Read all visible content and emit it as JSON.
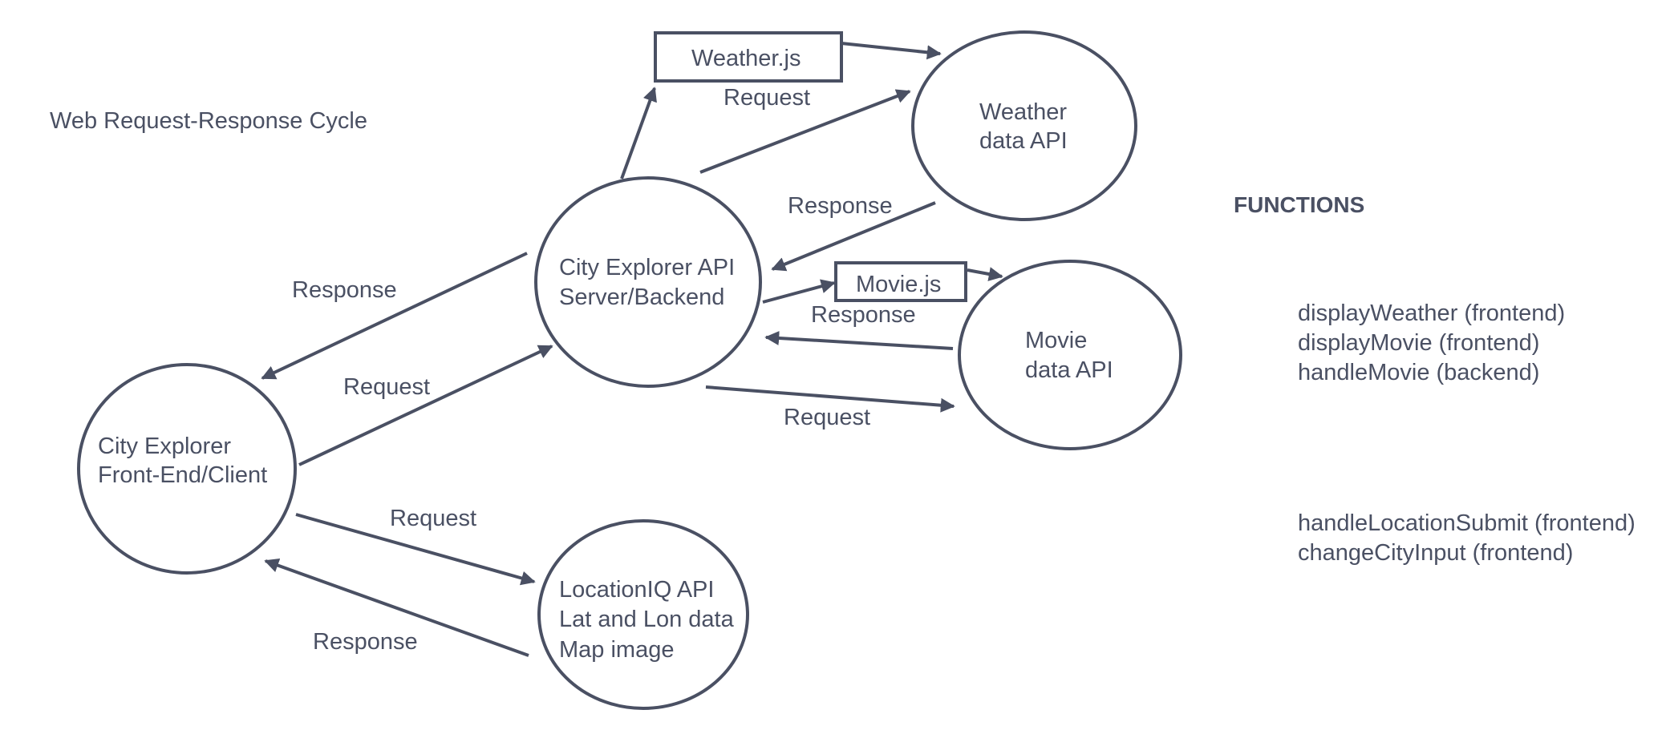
{
  "title": "Web Request-Response Cycle",
  "nodes": {
    "client": {
      "lines": [
        "City Explorer",
        "Front-End/Client"
      ]
    },
    "server": {
      "lines": [
        "City Explorer API",
        "Server/Backend"
      ]
    },
    "weather_api": {
      "lines": [
        "Weather",
        "data API"
      ]
    },
    "movie_api": {
      "lines": [
        "Movie",
        "data API"
      ]
    },
    "location_api": {
      "lines": [
        "LocationIQ API",
        "Lat and Lon data",
        "Map image"
      ]
    },
    "weather_module": {
      "label": "Weather.js"
    },
    "movie_module": {
      "label": "Movie.js"
    }
  },
  "edge_labels": {
    "client_to_server": "Request",
    "server_to_client": "Response",
    "client_to_location": "Request",
    "location_to_client": "Response",
    "server_to_weather": "Request",
    "weather_to_server": "Response",
    "server_to_movie": "Request",
    "movie_to_server": "Response"
  },
  "functions": {
    "heading": "FUNCTIONS",
    "group_1": [
      "displayWeather (frontend)",
      "displayMovie (frontend)",
      "handleMovie (backend)"
    ],
    "group_2": [
      "handleLocationSubmit (frontend)",
      "changeCityInput (frontend)"
    ]
  },
  "colors": {
    "ink": "#4a5063",
    "background": "#ffffff"
  }
}
